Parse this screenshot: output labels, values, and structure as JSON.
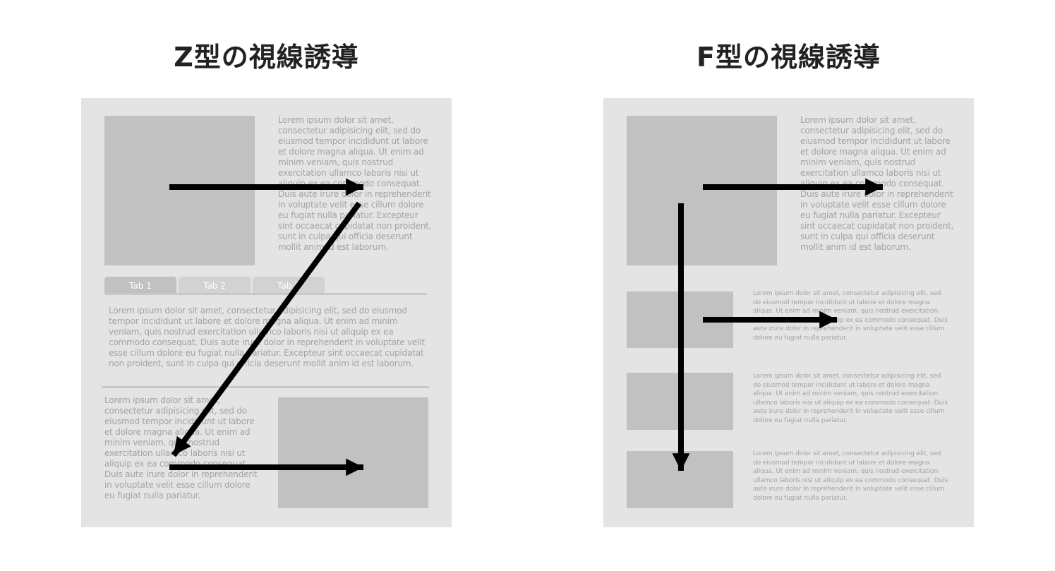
{
  "z_panel": {
    "title": "Z型の視線誘導",
    "top_text": "Lorem ipsum dolor sit amet, consectetur adipisicing elit, sed do eiusmod tempor incididunt ut labore et dolore magna aliqua. Ut enim ad minim veniam, quis nostrud exercitation ullamco laboris nisi ut aliquip ex ea commodo consequat. Duis aute irure dolor in reprehenderit in voluptate velit esse cillum dolore eu fugiat nulla pariatur. Excepteur sint occaecat cupidatat non proident, sunt in culpa qui officia deserunt mollit anim id est laborum.",
    "tabs": [
      "Tab 1",
      "Tab 2",
      "Tab 3"
    ],
    "tab_text": "Lorem ipsum dolor sit amet, consectetur adipisicing elit, sed do eiusmod tempor incididunt ut labore et dolore magna aliqua. Ut enim ad minim veniam, quis nostrud exercitation ullamco laboris nisi ut aliquip ex ea commodo consequat. Duis aute irure dolor in reprehenderit in voluptate velit esse cillum dolore eu fugiat nulla pariatur. Excepteur sint occaecat cupidatat non proident, sunt in culpa qui officia deserunt mollit anim id est laborum.",
    "bottom_text": "Lorem ipsum dolor sit amet, consectetur adipisicing elit, sed do eiusmod tempor incididunt ut labore et dolore magna aliqua. Ut enim ad minim veniam, quis nostrud exercitation ullamco laboris nisi ut aliquip ex ea commodo consequat. Duis aute irure dolor in reprehenderit in voluptate velit esse cillum dolore eu fugiat nulla pariatur."
  },
  "f_panel": {
    "title": "F型の視線誘導",
    "top_text": "Lorem ipsum dolor sit amet, consectetur adipisicing elit, sed do eiusmod tempor incididunt ut labore et dolore magna aliqua. Ut enim ad minim veniam, quis nostrud exercitation ullamco laboris nisi ut aliquip ex ea commodo consequat. Duis aute irure dolor in reprehenderit in voluptate velit esse cillum dolore eu fugiat nulla pariatur. Excepteur sint occaecat cupidatat non proident, sunt in culpa qui officia deserunt mollit anim id est laborum.",
    "rows": [
      {
        "text": "Lorem ipsum dolor sit amet, consectetur adipisicing elit, sed do eiusmod tempor incididunt ut labore et dolore magna aliqua. Ut enim ad minim veniam, quis nostrud exercitation ullamco laboris nisi ut aliquip ex ea commodo consequat. Duis aute irure dolor in reprehenderit in voluptate velit esse cillum dolore eu fugiat nulla pariatur."
      },
      {
        "text": "Lorem ipsum dolor sit amet, consectetur adipisicing elit, sed do eiusmod tempor incididunt ut labore et dolore magna aliqua. Ut enim ad minim veniam, quis nostrud exercitation ullamco laboris nisi ut aliquip ex ea commodo consequat. Duis aute irure dolor in reprehenderit in voluptate velit esse cillum dolore eu fugiat nulla pariatur."
      },
      {
        "text": "Lorem ipsum dolor sit amet, consectetur adipisicing elit, sed do eiusmod tempor incididunt ut labore et dolore magna aliqua. Ut enim ad minim veniam, quis nostrud exercitation ullamco laboris nisi ut aliquip ex ea commodo consequat. Duis aute irure dolor in reprehenderit in voluptate velit esse cillum dolore eu fugiat nulla pariatur."
      }
    ]
  },
  "colors": {
    "panel": "#e4e4e4",
    "placeholder": "#c1c1c1",
    "text": "#a3a3a3",
    "arrow": "#000000"
  }
}
